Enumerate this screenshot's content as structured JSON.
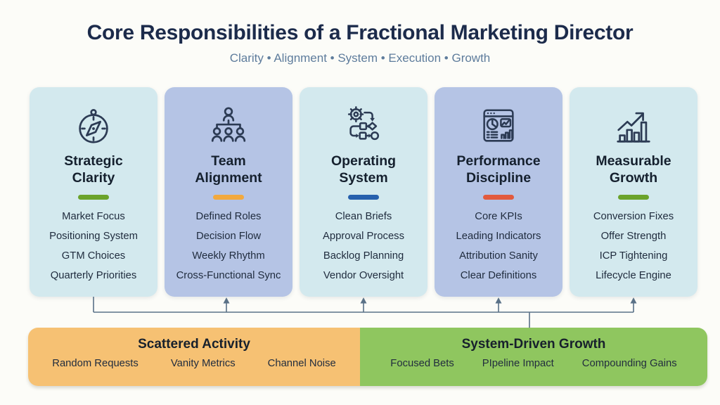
{
  "header": {
    "title": "Core Responsibilities of a Fractional Marketing Director",
    "subtitle": "Clarity • Alignment • System • Execution • Growth"
  },
  "cards": [
    {
      "icon": "compass-icon",
      "title_lines": [
        "Strategic",
        "Clarity"
      ],
      "bg": "#d3e9ee",
      "accent_color": "#6ba32b",
      "items": [
        "Market Focus",
        "Positioning System",
        "GTM Choices",
        "Quarterly Priorities"
      ]
    },
    {
      "icon": "team-org-icon",
      "title_lines": [
        "Team",
        "Alignment"
      ],
      "bg": "#b5c4e5",
      "accent_color": "#f2a93e",
      "items": [
        "Defined Roles",
        "Decision Flow",
        "Weekly Rhythm",
        "Cross-Functional Sync"
      ]
    },
    {
      "icon": "gear-workflow-icon",
      "title_lines": [
        "Operating",
        "System"
      ],
      "bg": "#d3e9ee",
      "accent_color": "#2660ad",
      "items": [
        "Clean Briefs",
        "Approval Process",
        "Backlog Planning",
        "Vendor Oversight"
      ]
    },
    {
      "icon": "dashboard-icon",
      "title_lines": [
        "Performance",
        "Discipline"
      ],
      "bg": "#b5c4e5",
      "accent_color": "#e25a3d",
      "items": [
        "Core KPIs",
        "Leading Indicators",
        "Attribution Sanity",
        "Clear Definitions"
      ]
    },
    {
      "icon": "growth-chart-icon",
      "title_lines": [
        "Measurable",
        "Growth"
      ],
      "bg": "#d3e9ee",
      "accent_color": "#6ba32b",
      "items": [
        "Conversion Fixes",
        "Offer Strength",
        "ICP Tightening",
        "Lifecycle Engine"
      ]
    }
  ],
  "footer": {
    "left": {
      "bg": "#f6c173",
      "title": "Scattered Activity",
      "items": [
        "Random Requests",
        "Vanity Metrics",
        "Channel Noise"
      ]
    },
    "right": {
      "bg": "#8fc65f",
      "title": "System-Driven Growth",
      "items": [
        "Focused Bets",
        "PIpeline Impact",
        "Compounding Gains"
      ]
    }
  },
  "colors": {
    "connector": "#5a7187"
  }
}
